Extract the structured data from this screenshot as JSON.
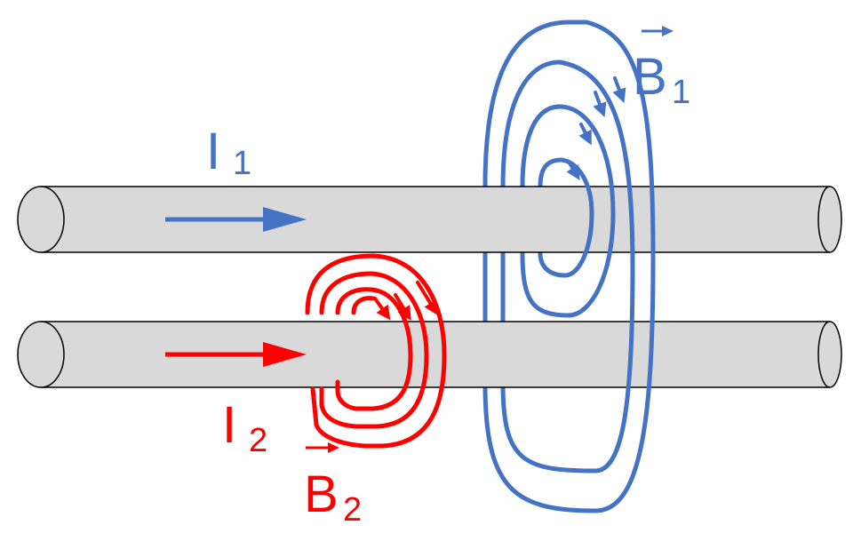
{
  "labels": {
    "current_1": {
      "main": "I",
      "sub": "1"
    },
    "current_2": {
      "main": "I",
      "sub": "2"
    },
    "field_1": {
      "main": "B",
      "sub": "1"
    },
    "field_2": {
      "main": "B",
      "sub": "2"
    }
  },
  "colors": {
    "wire_fill": "#d9d9d9",
    "wire_stroke": "#000000",
    "blue": "#4472c4",
    "red": "#ff0000"
  }
}
